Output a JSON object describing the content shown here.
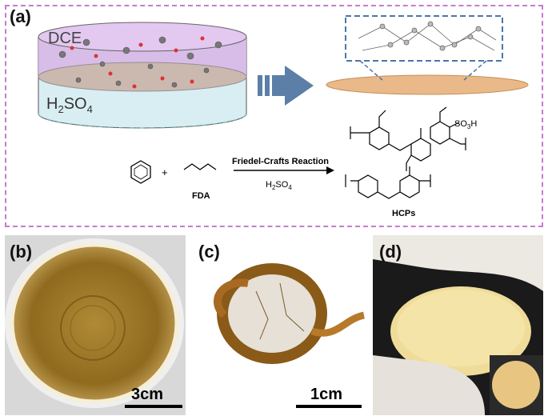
{
  "panels": {
    "a": {
      "label": "(a)"
    },
    "b": {
      "label": "(b)",
      "scale_label": "3cm"
    },
    "c": {
      "label": "(c)",
      "scale_label": "1cm"
    },
    "d": {
      "label": "(d)"
    }
  },
  "beaker": {
    "top_layer_label": "DCE",
    "bottom_layer_label_main": "H",
    "bottom_layer_label_sub1": "2",
    "bottom_layer_label_mid": "SO",
    "bottom_layer_label_sub2": "4"
  },
  "reaction": {
    "reagent_label": "FDA",
    "plus": "+",
    "arrow_top": "Friedel-Crafts Reaction",
    "arrow_bottom_main": "H",
    "arrow_bottom_sub1": "2",
    "arrow_bottom_mid": "SO",
    "arrow_bottom_sub2": "4",
    "product_label": "HCPs",
    "substituent_main": "SO",
    "substituent_sub": "3",
    "substituent_end": "H"
  },
  "colors": {
    "panel_border": "#c77ad0",
    "dce_layer": "#d6b3e6",
    "acid_layer": "#bfe3ea",
    "arrow": "#5b7fa6",
    "film_disc": "#e9b98a"
  }
}
